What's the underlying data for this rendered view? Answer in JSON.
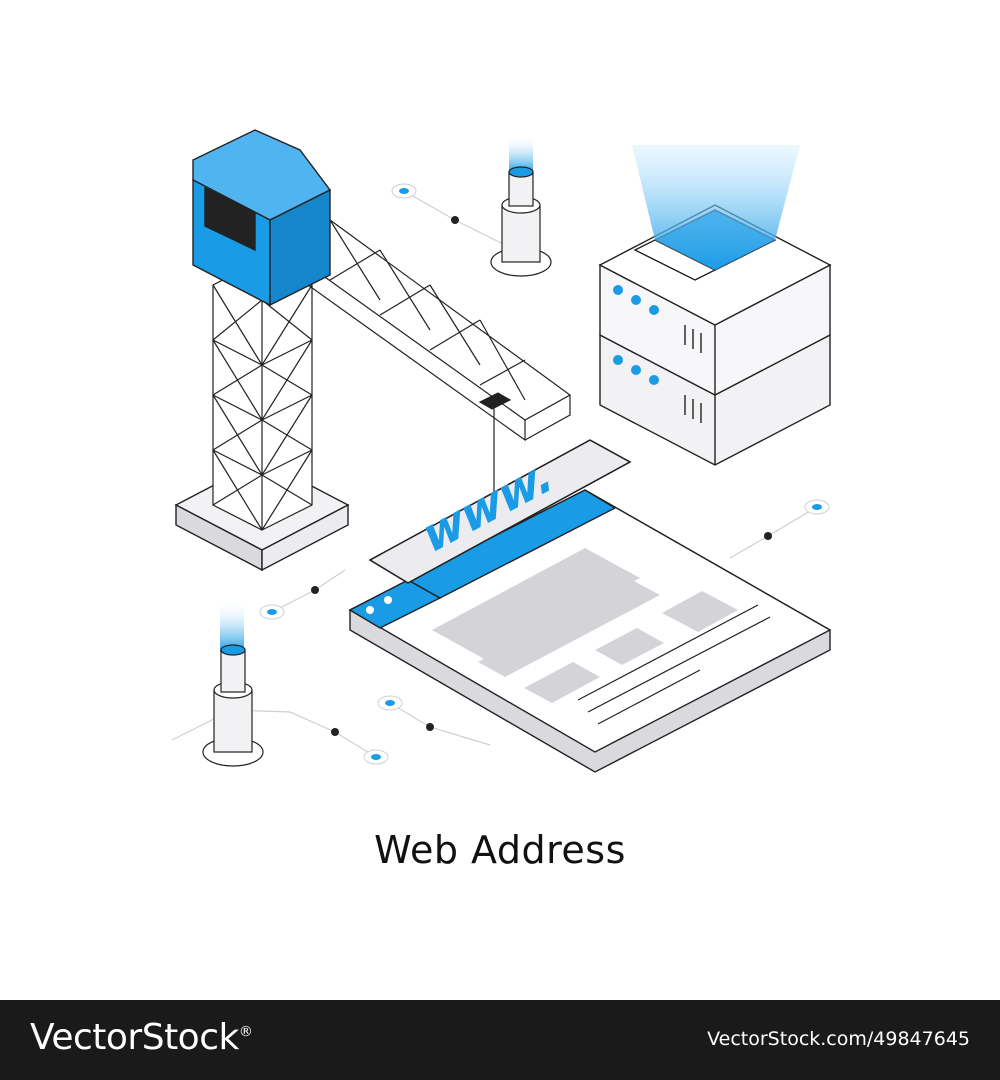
{
  "illustration": {
    "url_text": "www.",
    "colors": {
      "accent": "#1a9be6",
      "accent_light": "#7fd0ff",
      "line": "#222222",
      "panel": "#f2f2f4",
      "panel_side": "#d9d9de",
      "placeholder": "#d4d4d8"
    }
  },
  "caption": "Web Address",
  "footer": {
    "brand": "VectorStock",
    "reg_mark": "®",
    "image_id": "VectorStock.com/49847645"
  }
}
